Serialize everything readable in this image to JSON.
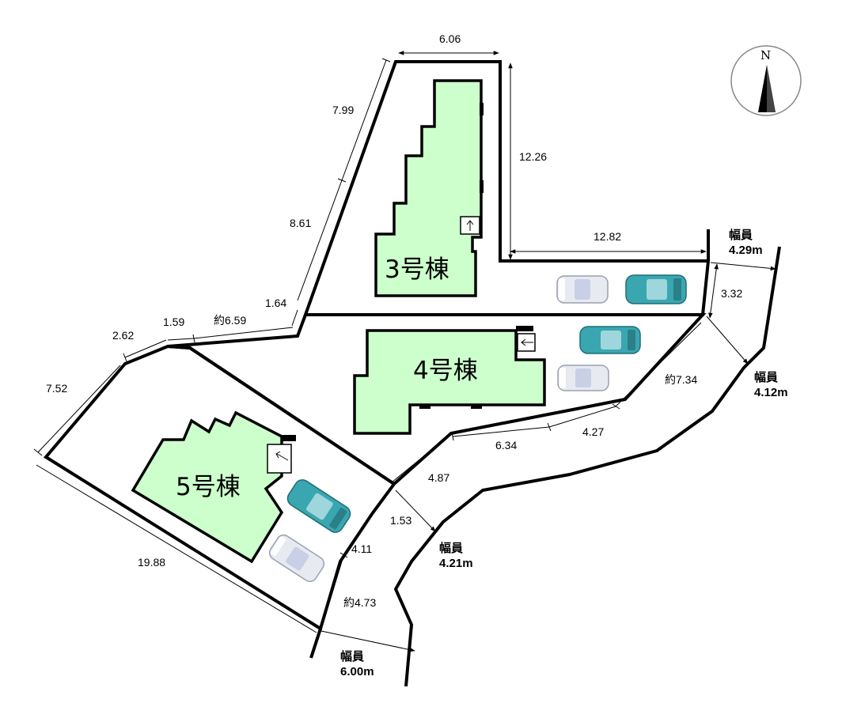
{
  "buildings": [
    {
      "label": "3号棟"
    },
    {
      "label": "4号棟"
    },
    {
      "label": "5号棟"
    }
  ],
  "dimensions": {
    "d_606": "6.06",
    "d_1226": "12.26",
    "d_799": "7.99",
    "d_861": "8.61",
    "d_164": "1.64",
    "d_659": "約6.59",
    "d_159": "1.59",
    "d_262": "2.62",
    "d_752": "7.52",
    "d_1988": "19.88",
    "d_1282": "12.82",
    "d_332": "3.32",
    "d_734": "約7.34",
    "d_427": "4.27",
    "d_634": "6.34",
    "d_487": "4.87",
    "d_153": "1.53",
    "d_411": "4.11",
    "d_473": "約4.73"
  },
  "roads": [
    {
      "label": "幅員",
      "width": "4.29m"
    },
    {
      "label": "幅員",
      "width": "4.12m"
    },
    {
      "label": "幅員",
      "width": "4.21m"
    },
    {
      "label": "幅員",
      "width": "6.00m"
    }
  ],
  "compass": {
    "label": "N"
  },
  "colors": {
    "building_fill": "#ccffcc",
    "car_white": "#e8eaf2",
    "car_teal": "#3aa6b0"
  }
}
